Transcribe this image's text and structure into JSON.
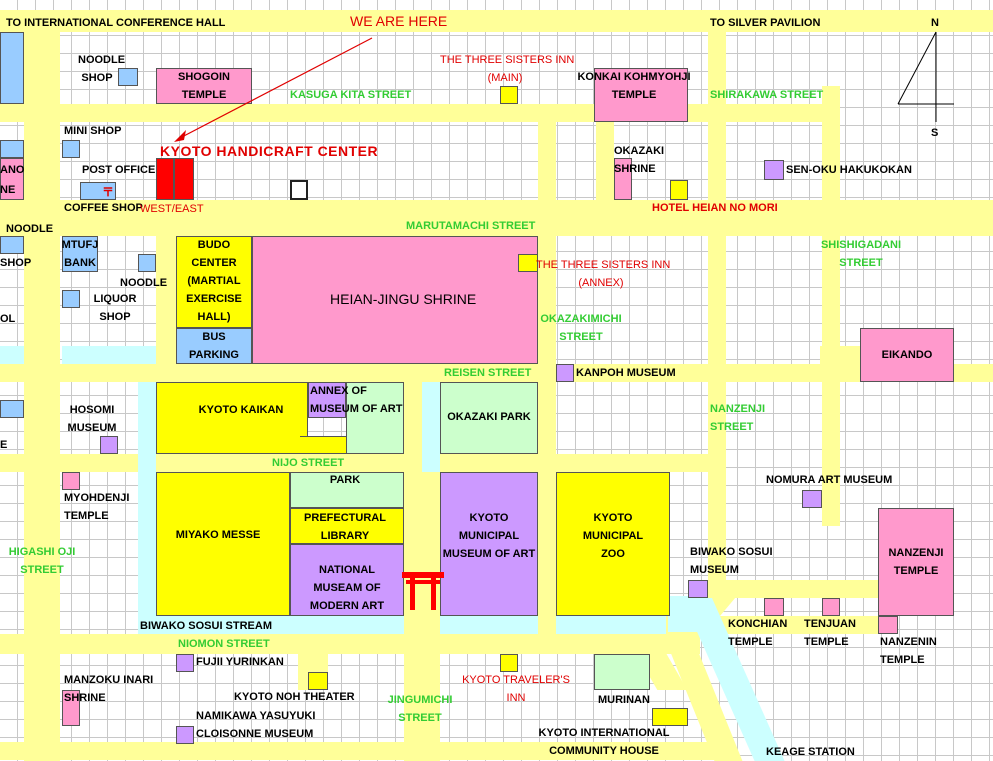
{
  "colors": {
    "road": "#ffff99",
    "water": "#ccffff",
    "temple": "#ff99cc",
    "building": "#ffff00",
    "museum": "#cc99ff",
    "shop": "#99ccff",
    "park": "#ccffcc",
    "marker": "#ff0000",
    "street_label": "#33cc33",
    "hotel_label": "#e00000"
  },
  "icons": {
    "compass": "north-arrow-icon",
    "torii": "torii-gate-icon",
    "post": "post-office-mark-icon"
  },
  "labels": {
    "to_conference": "TO INTERNATIONAL CONFERENCE HALL",
    "to_silver": "TO SILVER PAVILION",
    "we_are_here": "WE ARE HERE",
    "compass_n": "N",
    "compass_s": "S",
    "noodle_shop_1": "NOODLE\nSHOP",
    "shogoin": "SHOGOIN\nTEMPLE",
    "kasuga": "KASUGA KITA STREET",
    "three_sisters_main": "THE THREE SISTERS INN\n(MAIN)",
    "konkai": "KONKAI KOHMYOHJI\nTEMPLE",
    "shirakawa": "SHIRAKAWA STREET",
    "mini_shop": "MINI SHOP",
    "post_office": "POST OFFICE",
    "post_mark": "〒",
    "coffee_shop": "COFFEE SHOP",
    "handicraft": "KYOTO HANDICRAFT CENTER",
    "west_east": "WEST/EAST",
    "okazaki_shrine": "OKAZAKI\nSHRINE",
    "sen_oku": "SEN-OKU HAKUKOKAN",
    "hotel_heian": "HOTEL HEIAN NO MORI",
    "left_ano": "ANO",
    "left_ne": "NE",
    "noodle_left": "NOODLE",
    "marutamachi": "MARUTAMACHI STREET",
    "left_shop": "SHOP",
    "mtufj": "MTUFJ\nBANK",
    "budo": "BUDO\nCENTER\n(MARTIAL\nEXERCISE\nHALL)",
    "heian": "HEIAN-JINGU SHRINE",
    "three_sisters_annex": "THE THREE SISTERS INN\n(ANNEX)",
    "shishigadani": "SHISHIGADANI\nSTREET",
    "noodle_2": "NOODLE",
    "liquor": "LIQUOR\nSHOP",
    "left_ol": "OL",
    "okazakimichi": "OKAZAKIMICHI\nSTREET",
    "bus_parking": "BUS\nPARKING",
    "eikando": "EIKANDO",
    "reisen": "REISEN STREET",
    "kanpoh": "KANPOH MUSEUM",
    "hosomi": "HOSOMI\nMUSEUM",
    "left_e": "E",
    "kyoto_kaikan": "KYOTO KAIKAN",
    "annex_museum": "ANNEX OF\nMUSEUM OF ART",
    "okazaki_park": "OKAZAKI PARK",
    "nanzenji_street": "NANZENJI\nSTREET",
    "nijo": "NIJO STREET",
    "nomura": "NOMURA ART MUSEUM",
    "myohdenji": "MYOHDENJI\nTEMPLE",
    "park": "PARK",
    "miyako": "MIYAKO MESSE",
    "pref_library": "PREFECTURAL\nLIBRARY",
    "municipal_art": "KYOTO\nMUNICIPAL\nMUSEUM OF ART",
    "zoo": "KYOTO\nMUNICIPAL\nZOO",
    "nanzenji_temple": "NANZENJI\nTEMPLE",
    "higashi_oji": "HIGASHI OJI\nSTREET",
    "modern_art": "NATIONAL\nMUSEAM OF\nMODERN ART",
    "biwako_museum": "BIWAKO SOSUI\nMUSEUM",
    "biwako_stream": "BIWAKO SOSUI STREAM",
    "konchian": "KONCHIAN\nTEMPLE",
    "tenjuan": "TENJUAN\nTEMPLE",
    "nanzenin": "NANZENIN\nTEMPLE",
    "niomon": "NIOMON STREET",
    "fujii": "FUJII YURINKAN",
    "traveler": "KYOTO TRAVELER'S\nINN",
    "manzoku": "MANZOKU INARI\nSHRINE",
    "noh_theater": "KYOTO NOH THEATER",
    "jingumichi": "JINGUMICHI\nSTREET",
    "murinan": "MURINAN",
    "namikawa": "NAMIKAWA YASUYUKI\nCLOISONNE MUSEUM",
    "intl_community": "KYOTO INTERNATIONAL\nCOMMUNITY HOUSE",
    "keage": "KEAGE STATION"
  }
}
